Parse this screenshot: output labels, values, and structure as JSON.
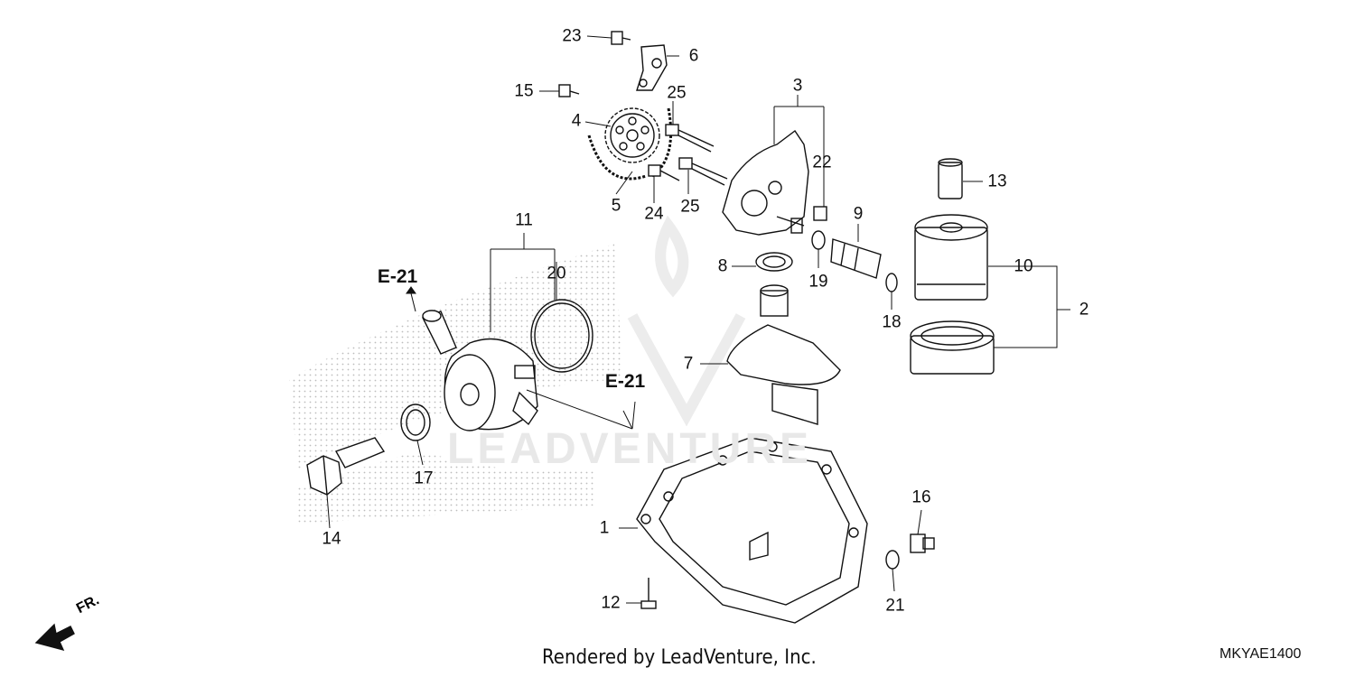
{
  "diagram": {
    "callouts": [
      "1",
      "2",
      "3",
      "4",
      "5",
      "6",
      "7",
      "8",
      "9",
      "10",
      "11",
      "12",
      "13",
      "14",
      "15",
      "16",
      "17",
      "18",
      "19",
      "20",
      "21",
      "22",
      "23",
      "24",
      "25",
      "25"
    ],
    "references": [
      "E-21",
      "E-21"
    ],
    "direction_label": "FR.",
    "footer_credit": "Rendered by LeadVenture, Inc.",
    "diagram_code": "MKYAE1400",
    "watermark": "LEADVENTURE"
  },
  "colors": {
    "line": "#111111",
    "background": "#ffffff",
    "halftone": "#bdbdbd",
    "watermark": "#e8e8e8"
  }
}
